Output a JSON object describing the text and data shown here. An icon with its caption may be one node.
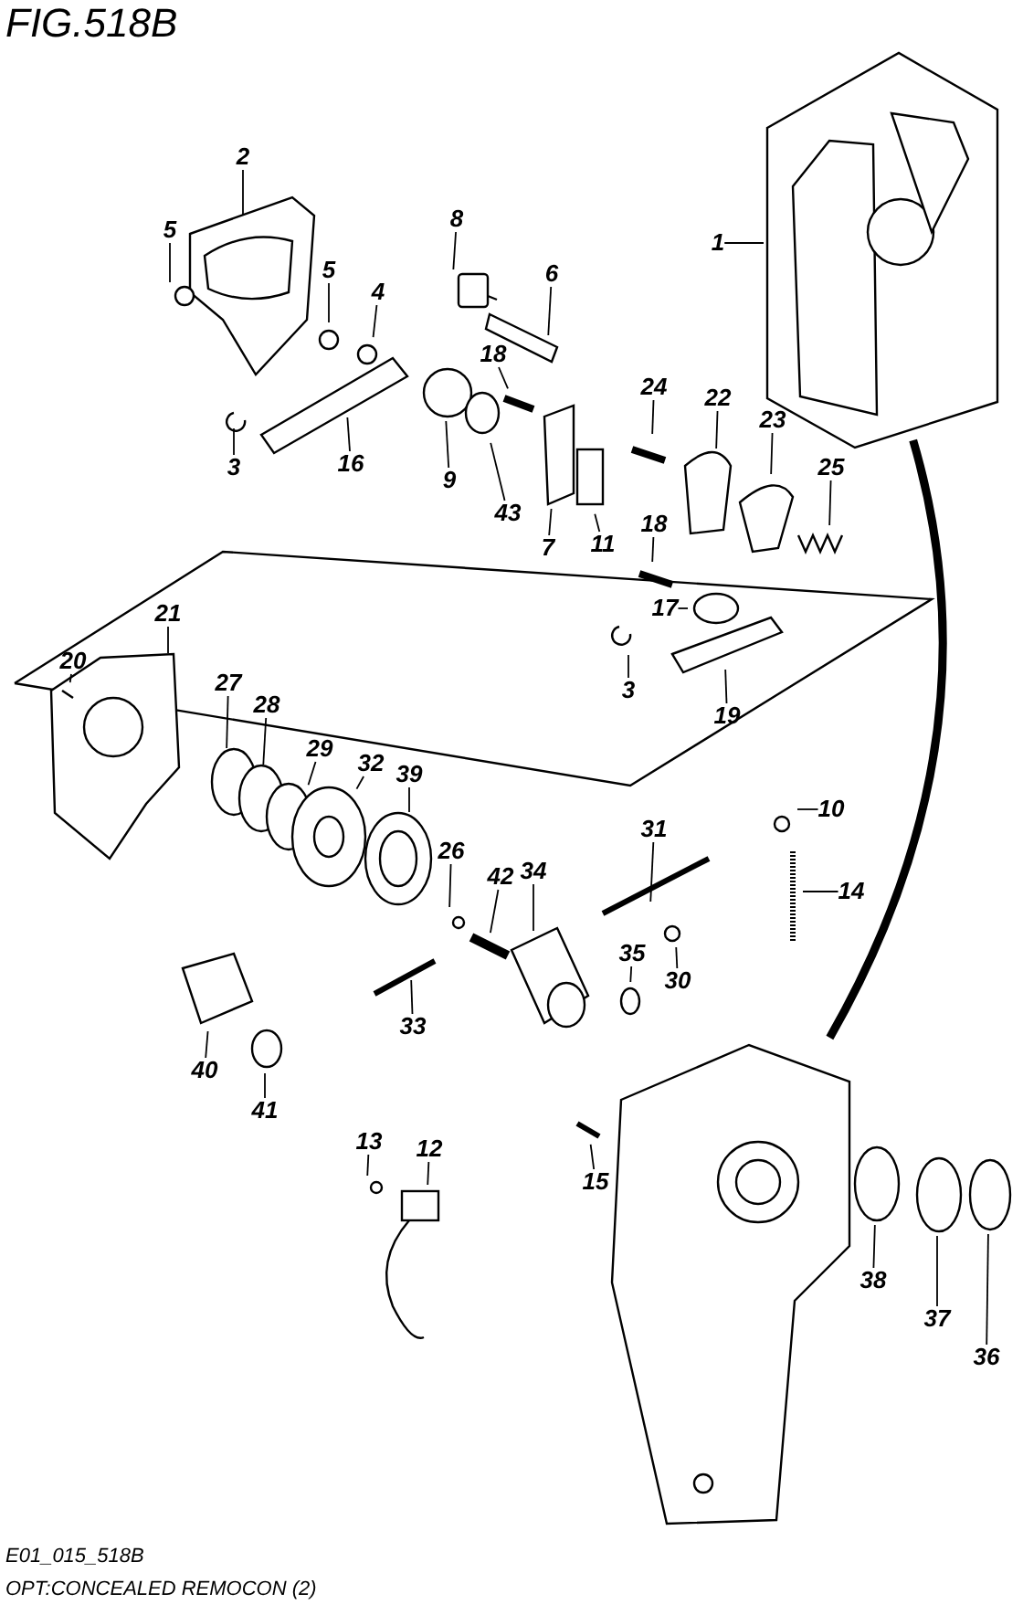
{
  "diagram": {
    "title": "FIG.518B",
    "caption": "OPT:CONCEALED REMOCON (2)",
    "nodes": [
      {
        "text": [],
        "shape": "picture"
      },
      {
        "text": [],
        "shape": "picture"
      },
      {
        "text": [
          "1"
        ]
      },
      {
        "text": [
          "2"
        ]
      },
      {
        "text": [
          "5"
        ]
      },
      {
        "text": [
          "5"
        ]
      },
      {
        "text": [
          "4"
        ]
      },
      {
        "text": [
          "8"
        ]
      },
      {
        "text": [
          "6"
        ]
      },
      {
        "text": [
          "18"
        ]
      },
      {
        "text": [
          "24"
        ]
      },
      {
        "text": [
          "22"
        ]
      },
      {
        "text": [
          "23"
        ]
      },
      {
        "text": [
          "25"
        ]
      },
      {
        "text": [
          "3"
        ]
      },
      {
        "text": [
          "16"
        ]
      },
      {
        "text": [
          "9"
        ]
      },
      {
        "text": [
          "43"
        ]
      },
      {
        "text": [
          "7"
        ]
      },
      {
        "text": [
          "11"
        ]
      },
      {
        "text": [
          "18"
        ]
      },
      {
        "text": [
          "17"
        ]
      },
      {
        "text": [
          "3"
        ]
      },
      {
        "text": [
          "19"
        ]
      },
      {
        "text": [
          "21"
        ]
      },
      {
        "text": [
          "20"
        ]
      },
      {
        "text": [
          "27"
        ]
      },
      {
        "text": [
          "28"
        ]
      },
      {
        "text": [
          "29"
        ]
      },
      {
        "text": [
          "32"
        ]
      },
      {
        "text": [
          "39"
        ]
      },
      {
        "text": [
          "10"
        ]
      },
      {
        "text": [
          "31"
        ]
      },
      {
        "text": [
          "26"
        ]
      },
      {
        "text": [
          "42"
        ]
      },
      {
        "text": [
          "34"
        ]
      },
      {
        "text": [
          "14"
        ]
      },
      {
        "text": [
          "30"
        ]
      },
      {
        "text": [
          "35"
        ]
      },
      {
        "text": [
          "33"
        ]
      },
      {
        "text": [
          "40"
        ]
      },
      {
        "text": [
          "41"
        ]
      },
      {
        "text": [
          "13"
        ]
      },
      {
        "text": [
          "12"
        ]
      },
      {
        "text": [
          "15"
        ]
      },
      {
        "text": [
          "38"
        ]
      },
      {
        "text": [
          "37"
        ]
      },
      {
        "text": [
          "36"
        ]
      }
    ],
    "edges": [
      {
        "from": 0,
        "to": 1,
        "arrow": "none",
        "style": "thick"
      },
      {
        "from": 2,
        "to": 0,
        "arrow": "none"
      },
      {
        "from": 3,
        "to": null,
        "arrow": "none"
      },
      {
        "from": 4,
        "to": null,
        "arrow": "none"
      },
      {
        "from": 5,
        "to": null,
        "arrow": "none"
      },
      {
        "from": 6,
        "to": null,
        "arrow": "none"
      },
      {
        "from": 7,
        "to": null,
        "arrow": "none"
      },
      {
        "from": 8,
        "to": null,
        "arrow": "none"
      },
      {
        "from": 9,
        "to": null,
        "arrow": "none"
      },
      {
        "from": 10,
        "to": null,
        "arrow": "none"
      },
      {
        "from": 11,
        "to": null,
        "arrow": "none"
      },
      {
        "from": 12,
        "to": null,
        "arrow": "none"
      },
      {
        "from": 13,
        "to": null,
        "arrow": "none"
      },
      {
        "from": 14,
        "to": null,
        "arrow": "none"
      },
      {
        "from": 15,
        "to": null,
        "arrow": "none"
      },
      {
        "from": 16,
        "to": null,
        "arrow": "none"
      },
      {
        "from": 17,
        "to": null,
        "arrow": "none"
      },
      {
        "from": 18,
        "to": null,
        "arrow": "none"
      },
      {
        "from": 19,
        "to": null,
        "arrow": "none"
      },
      {
        "from": 20,
        "to": null,
        "arrow": "none"
      },
      {
        "from": 21,
        "to": null,
        "arrow": "none"
      },
      {
        "from": 22,
        "to": null,
        "arrow": "none"
      },
      {
        "from": 23,
        "to": null,
        "arrow": "none"
      },
      {
        "from": 24,
        "to": null,
        "arrow": "none"
      },
      {
        "from": 25,
        "to": null,
        "arrow": "none"
      },
      {
        "from": 26,
        "to": null,
        "arrow": "none"
      },
      {
        "from": 27,
        "to": null,
        "arrow": "none"
      },
      {
        "from": 28,
        "to": null,
        "arrow": "none"
      },
      {
        "from": 29,
        "to": null,
        "arrow": "none"
      },
      {
        "from": 30,
        "to": null,
        "arrow": "none"
      },
      {
        "from": 31,
        "to": null,
        "arrow": "none"
      },
      {
        "from": 32,
        "to": null,
        "arrow": "none"
      },
      {
        "from": 33,
        "to": null,
        "arrow": "none"
      },
      {
        "from": 34,
        "to": null,
        "arrow": "none"
      },
      {
        "from": 35,
        "to": null,
        "arrow": "none"
      },
      {
        "from": 36,
        "to": null,
        "arrow": "none"
      },
      {
        "from": 37,
        "to": null,
        "arrow": "none"
      },
      {
        "from": 38,
        "to": null,
        "arrow": "none"
      },
      {
        "from": 39,
        "to": null,
        "arrow": "none"
      },
      {
        "from": 40,
        "to": null,
        "arrow": "none"
      },
      {
        "from": 41,
        "to": null,
        "arrow": "none"
      },
      {
        "from": 42,
        "to": null,
        "arrow": "none"
      },
      {
        "from": 43,
        "to": null,
        "arrow": "none"
      },
      {
        "from": 44,
        "to": null,
        "arrow": "none"
      },
      {
        "from": 45,
        "to": null,
        "arrow": "none"
      },
      {
        "from": 46,
        "to": null,
        "arrow": "none"
      },
      {
        "from": 47,
        "to": null,
        "arrow": "none"
      }
    ],
    "labels": [
      "E01_015_518B"
    ]
  }
}
